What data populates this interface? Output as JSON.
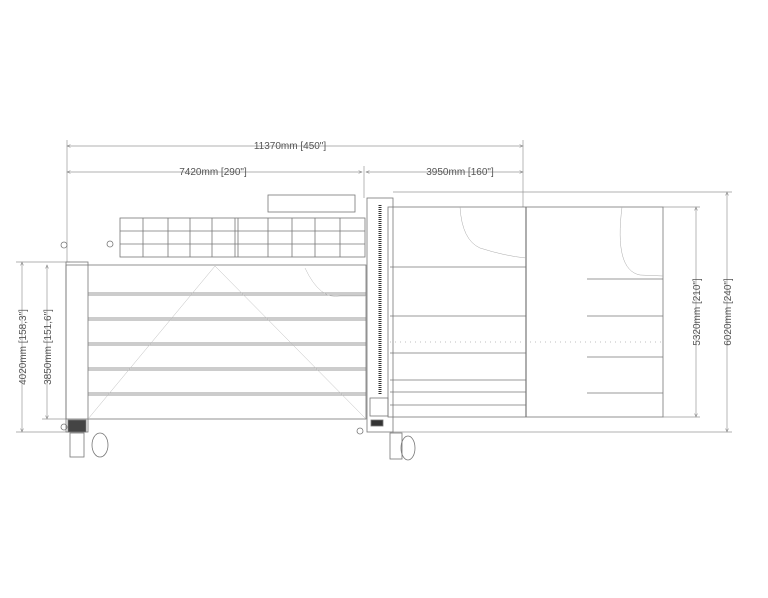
{
  "dimensions": {
    "total_length": "11370mm [450\"]",
    "left_length": "7420mm [290\"]",
    "right_length": "3950mm [160\"]",
    "outer_height_left": "4020mm [158,3\"]",
    "inner_height_left": "3850mm [151,6\"]",
    "inner_height_right": "5320mm [210\"]",
    "outer_height_right": "6020mm [240\"]"
  },
  "colors": {
    "line": "#777777",
    "text": "#555555"
  }
}
